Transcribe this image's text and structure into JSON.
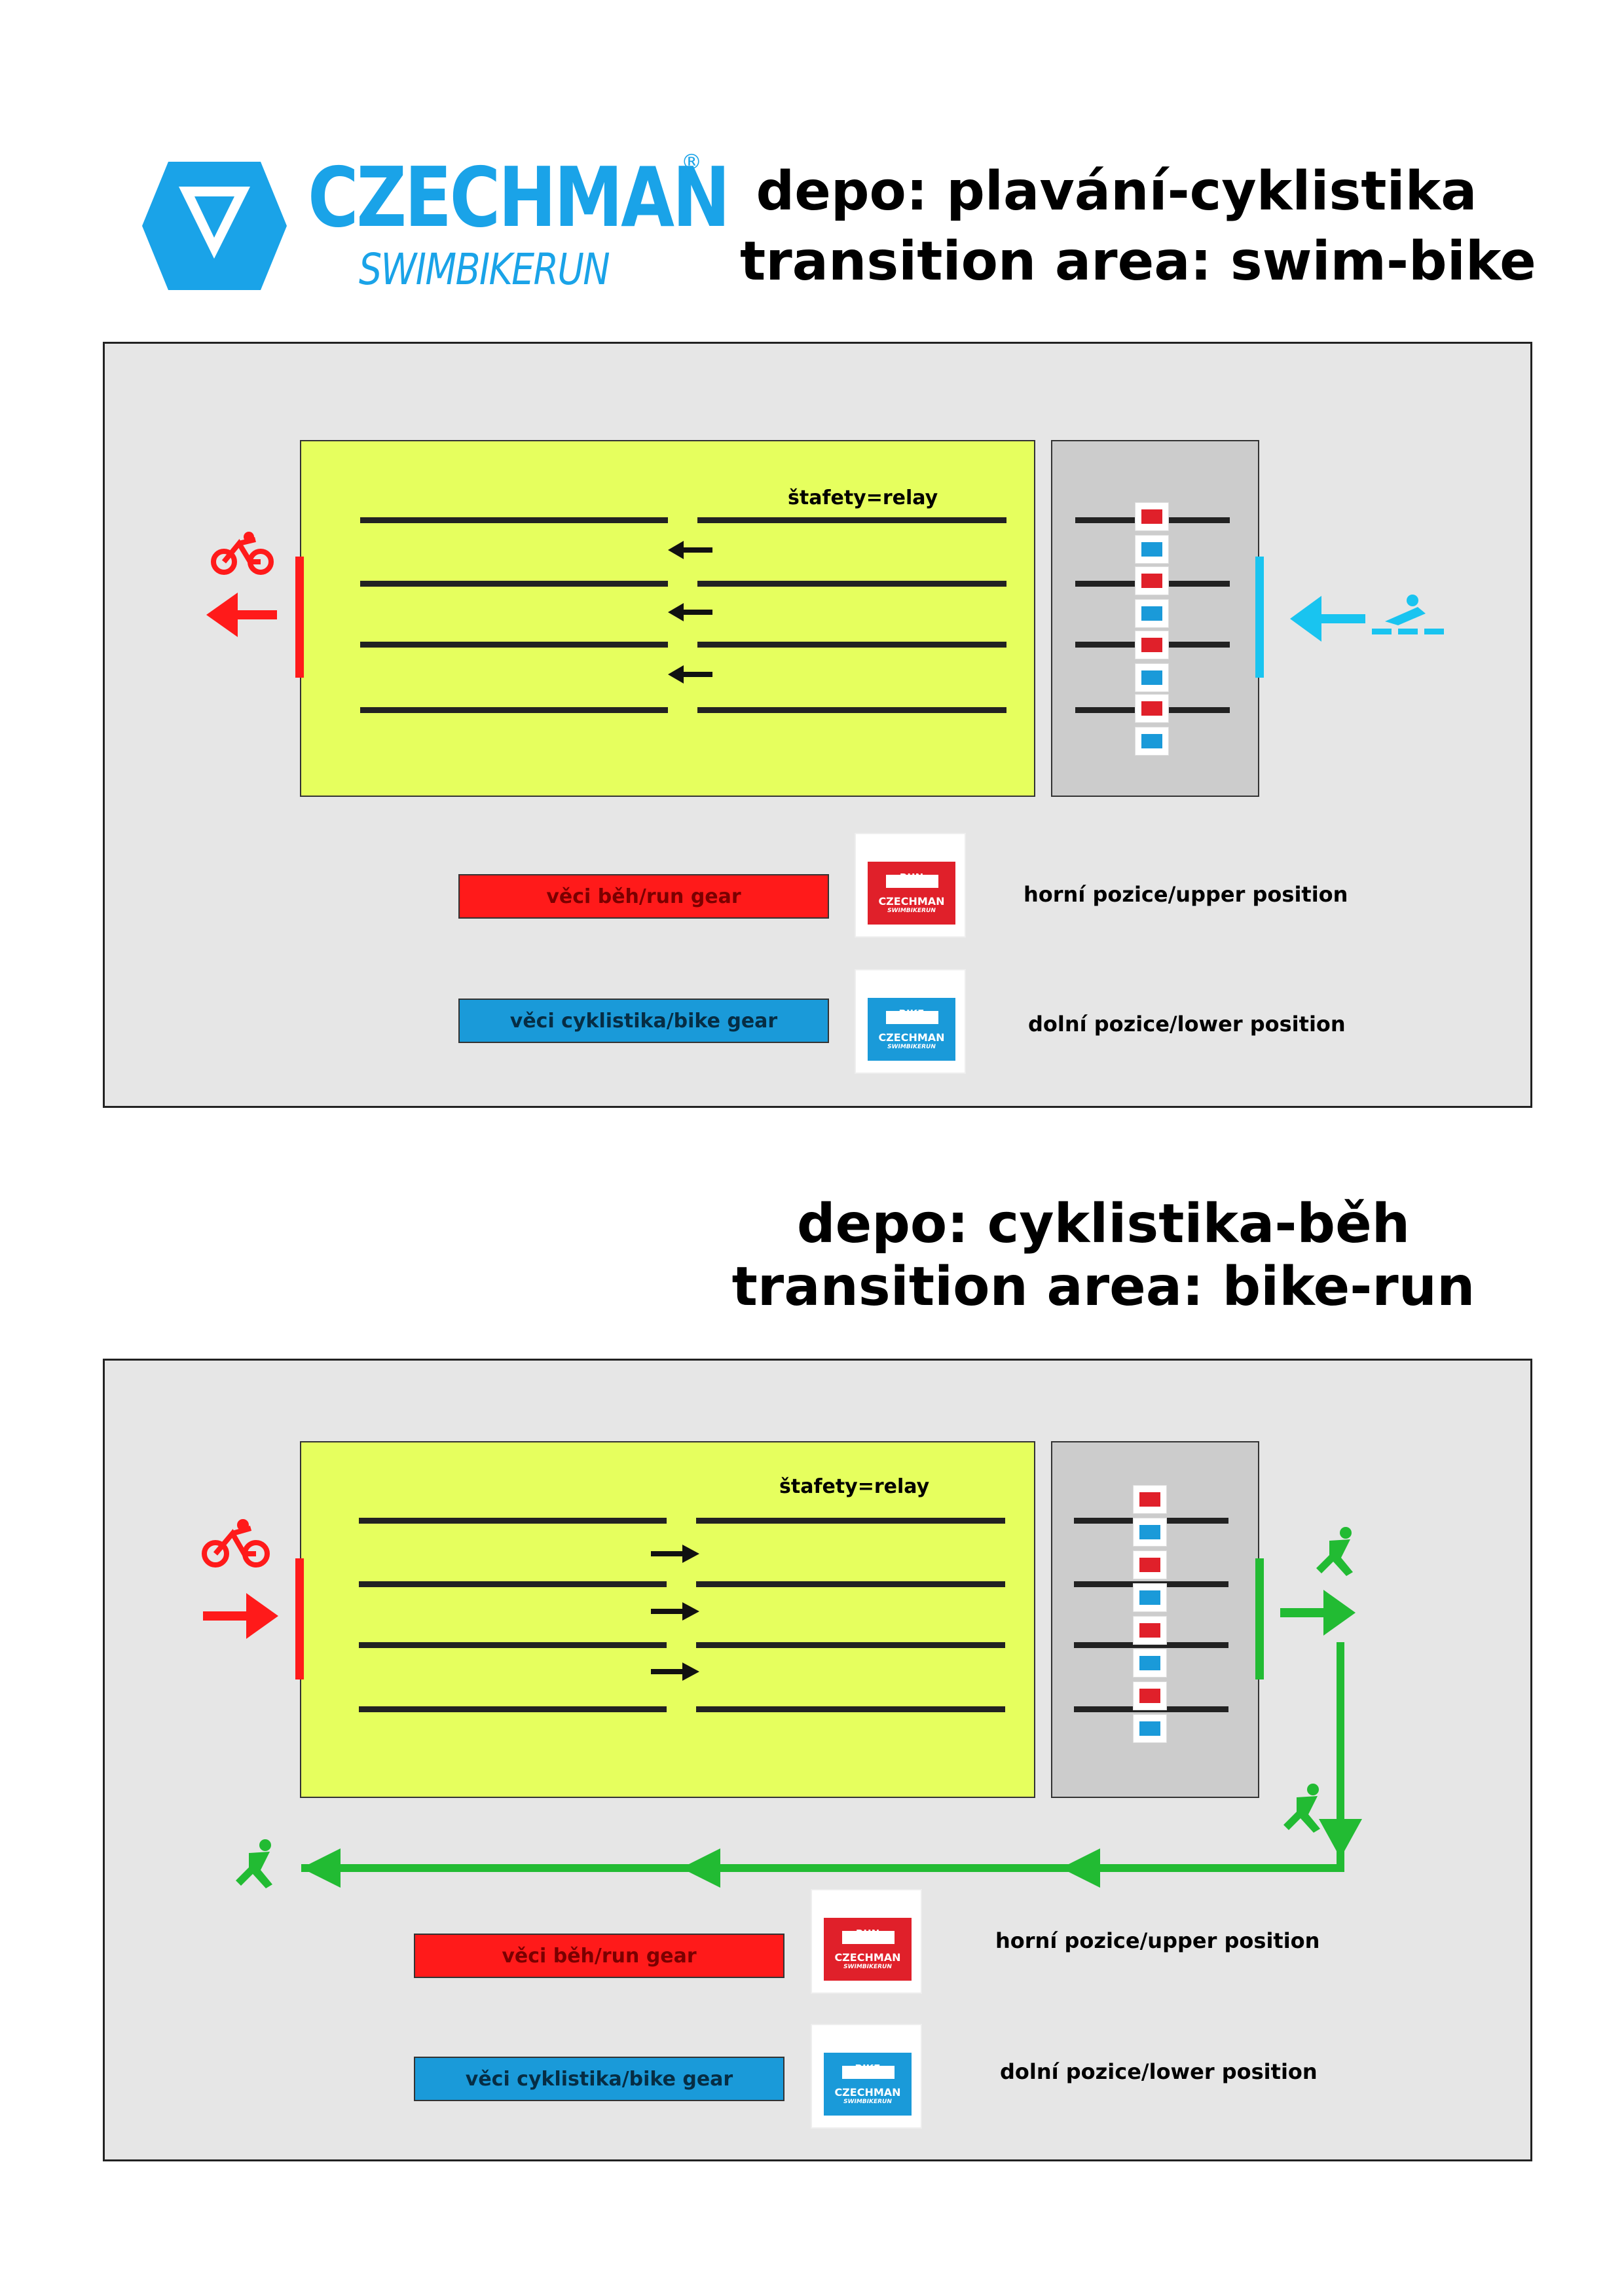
{
  "logo": {
    "brand": "CZECHMAN",
    "tagline": "SWIMBIKERUN",
    "registered": "®",
    "color": "#1aa3e8"
  },
  "swim_bike": {
    "title_cz": "depo: plavání-cyklistika",
    "title_en": "transition area: swim-bike",
    "relay_label": "štafety=relay",
    "legend": {
      "run_label": "věci běh/run gear",
      "run_desc": "horní pozice/upper position",
      "bike_label": "věci cyklistika/bike gear",
      "bike_desc": "dolní pozice/lower position"
    }
  },
  "bike_run": {
    "title_cz": "depo: cyklistika-běh",
    "title_en": "transition area: bike-run",
    "relay_label": "štafety=relay",
    "legend": {
      "run_label": "věci běh/run gear",
      "run_desc": "horní pozice/upper position",
      "bike_label": "věci cyklistika/bike gear",
      "bike_desc": "dolní pozice/lower position"
    }
  },
  "bag_tags": {
    "run": "RUN",
    "bike": "BIKE",
    "number_mark": "#",
    "brand": "CZECHMAN",
    "tagline": "SWIMBIKERUN"
  },
  "colors": {
    "run": "#ff0000",
    "bike": "#1a9ad9",
    "swim": "#19c4f0",
    "exit_run": "#22bb33",
    "field": "#e6ff5e",
    "panel": "#e6e6e6",
    "relay_zone": "#cccccc"
  },
  "icons": [
    "bike-icon",
    "swim-icon",
    "run-icon",
    "arrow-icon",
    "bag-icon"
  ]
}
